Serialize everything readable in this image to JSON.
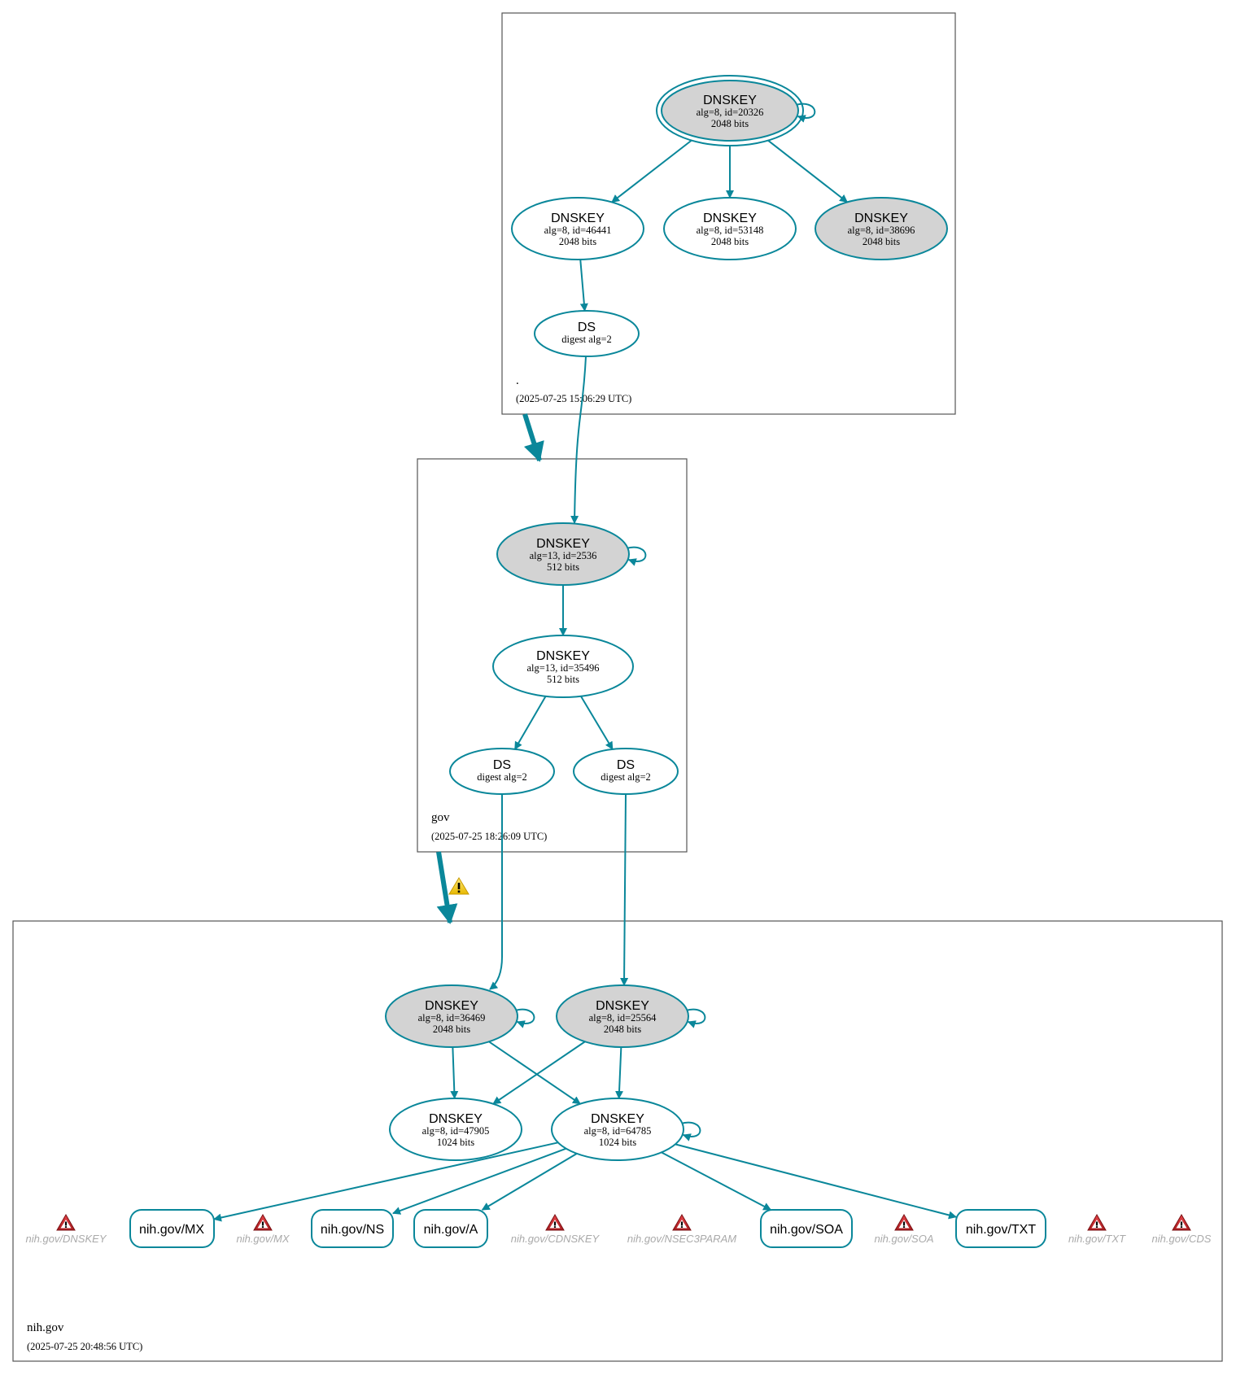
{
  "colors": {
    "edge": "#0a879a",
    "ksk_fill": "#d3d3d3",
    "node_fill": "#ffffff",
    "zone_border": "#555555",
    "warn_label": "#aaaaaa"
  },
  "zones": [
    {
      "id": "root",
      "name": ".",
      "timestamp": "(2025-07-25 15:06:29 UTC)"
    },
    {
      "id": "gov",
      "name": "gov",
      "timestamp": "(2025-07-25 18:26:09 UTC)"
    },
    {
      "id": "nih",
      "name": "nih.gov",
      "timestamp": "(2025-07-25 20:48:56 UTC)"
    }
  ],
  "nodes": {
    "root_20326": {
      "type": "DNSKEY",
      "line2": "alg=8, id=20326",
      "line3": "2048 bits",
      "ksk": true,
      "trust_anchor": true
    },
    "root_46441": {
      "type": "DNSKEY",
      "line2": "alg=8, id=46441",
      "line3": "2048 bits",
      "ksk": false
    },
    "root_53148": {
      "type": "DNSKEY",
      "line2": "alg=8, id=53148",
      "line3": "2048 bits",
      "ksk": false
    },
    "root_38696": {
      "type": "DNSKEY",
      "line2": "alg=8, id=38696",
      "line3": "2048 bits",
      "ksk": true
    },
    "root_ds": {
      "type": "DS",
      "line2": "digest alg=2"
    },
    "gov_2536": {
      "type": "DNSKEY",
      "line2": "alg=13, id=2536",
      "line3": "512 bits",
      "ksk": true
    },
    "gov_35496": {
      "type": "DNSKEY",
      "line2": "alg=13, id=35496",
      "line3": "512 bits",
      "ksk": false
    },
    "gov_ds1": {
      "type": "DS",
      "line2": "digest alg=2"
    },
    "gov_ds2": {
      "type": "DS",
      "line2": "digest alg=2"
    },
    "nih_36469": {
      "type": "DNSKEY",
      "line2": "alg=8, id=36469",
      "line3": "2048 bits",
      "ksk": true
    },
    "nih_25564": {
      "type": "DNSKEY",
      "line2": "alg=8, id=25564",
      "line3": "2048 bits",
      "ksk": true
    },
    "nih_47905": {
      "type": "DNSKEY",
      "line2": "alg=8, id=47905",
      "line3": "1024 bits",
      "ksk": false
    },
    "nih_64785": {
      "type": "DNSKEY",
      "line2": "alg=8, id=64785",
      "line3": "1024 bits",
      "ksk": false
    }
  },
  "rrsets": {
    "mx": "nih.gov/MX",
    "ns": "nih.gov/NS",
    "a": "nih.gov/A",
    "soa": "nih.gov/SOA",
    "txt": "nih.gov/TXT"
  },
  "warnings": {
    "dnskey": "nih.gov/DNSKEY",
    "mx": "nih.gov/MX",
    "cdnskey": "nih.gov/CDNSKEY",
    "nsec3param": "nih.gov/NSEC3PARAM",
    "soa": "nih.gov/SOA",
    "txt": "nih.gov/TXT",
    "cds": "nih.gov/CDS"
  },
  "edges": [
    [
      "root_20326",
      "root_46441"
    ],
    [
      "root_20326",
      "root_53148"
    ],
    [
      "root_20326",
      "root_38696"
    ],
    [
      "root_46441",
      "root_ds"
    ],
    [
      "root_ds",
      "gov_2536"
    ],
    [
      "gov_2536",
      "gov_35496"
    ],
    [
      "gov_35496",
      "gov_ds1"
    ],
    [
      "gov_35496",
      "gov_ds2"
    ],
    [
      "gov_ds1",
      "nih_36469"
    ],
    [
      "gov_ds2",
      "nih_25564"
    ],
    [
      "nih_36469",
      "nih_47905"
    ],
    [
      "nih_36469",
      "nih_64785"
    ],
    [
      "nih_25564",
      "nih_47905"
    ],
    [
      "nih_25564",
      "nih_64785"
    ],
    [
      "nih_64785",
      "rr_mx"
    ],
    [
      "nih_64785",
      "rr_ns"
    ],
    [
      "nih_64785",
      "rr_a"
    ],
    [
      "nih_64785",
      "rr_soa"
    ],
    [
      "nih_64785",
      "rr_txt"
    ]
  ],
  "self_loops": [
    "root_20326",
    "gov_2536",
    "nih_36469",
    "nih_25564",
    "nih_64785"
  ],
  "delegations": [
    {
      "from": "root",
      "to": "gov",
      "warning": false
    },
    {
      "from": "gov",
      "to": "nih",
      "warning": true
    }
  ]
}
